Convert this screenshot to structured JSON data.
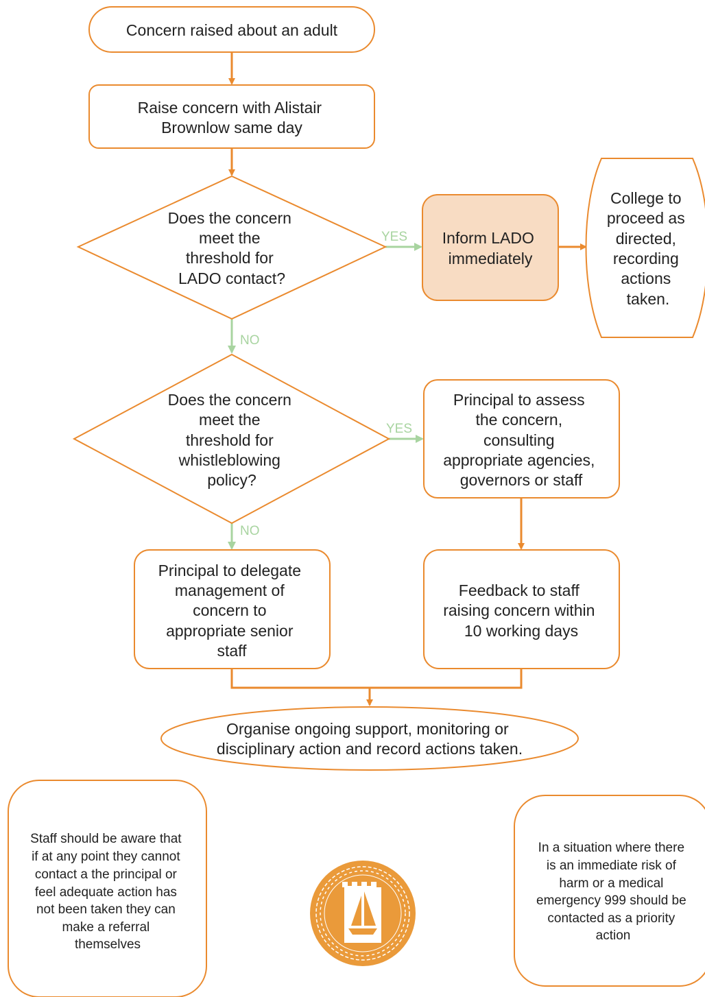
{
  "nodes": {
    "start": [
      "Concern raised about an adult"
    ],
    "raise": [
      "Raise concern with Alistair",
      "Brownlow same day"
    ],
    "q_lado": [
      "Does the concern",
      "meet the",
      "threshold for",
      "LADO contact?"
    ],
    "inform_lado": [
      "Inform LADO",
      "immediately"
    ],
    "college": [
      "College to",
      "proceed as",
      "directed,",
      "recording",
      "actions",
      "taken."
    ],
    "q_whistle": [
      "Does the concern",
      "meet the",
      "threshold for",
      "whistleblowing",
      "policy?"
    ],
    "principal_assess": [
      "Principal to assess",
      "the concern,",
      "consulting",
      "appropriate agencies,",
      "governors or staff"
    ],
    "principal_delegate": [
      "Principal to delegate",
      "management of",
      "concern to",
      "appropriate senior",
      "staff"
    ],
    "feedback": [
      "Feedback to staff",
      "raising concern within",
      "10 working days"
    ],
    "organise": [
      "Organise ongoing support, monitoring or",
      "disciplinary action and record actions taken."
    ],
    "note_referral": [
      "Staff should be aware that",
      "if at any point they cannot",
      "contact a the principal or",
      "feel adequate action has",
      "not been taken they can",
      "make a referral",
      "themselves"
    ],
    "note_emergency": [
      "In a situation where there",
      "is an immediate risk of",
      "harm or a medical",
      "emergency 999 should be",
      "contacted as a priority",
      "action"
    ]
  },
  "edge_labels": {
    "yes1": "YES",
    "no1": "NO",
    "yes2": "YES",
    "no2": "NO"
  },
  "colors": {
    "stroke": "#ea8a2e",
    "highlight_fill": "#f8dcc3",
    "yes_no_arrow": "#a8d4a0",
    "logo": "#ea9a3a"
  },
  "icons": [
    "college-logo-icon"
  ]
}
